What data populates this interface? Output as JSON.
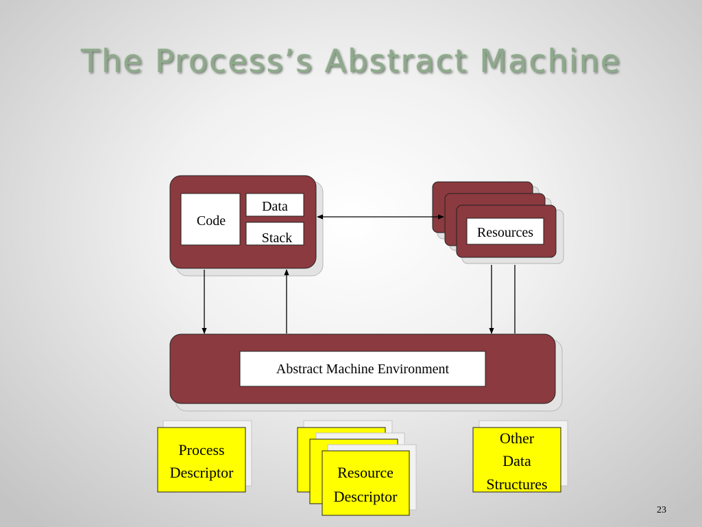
{
  "slide": {
    "title": "The Process’s Abstract Machine",
    "page_number": "23"
  },
  "process": {
    "code": "Code",
    "data": "Data",
    "stack": "Stack"
  },
  "resources": {
    "label": "Resources"
  },
  "environment": {
    "label": "Abstract Machine Environment"
  },
  "descriptors": {
    "process_line1": "Process",
    "process_line2": "Descriptor",
    "resource_line1": "Resource",
    "resource_line2": "Descriptor",
    "other_line1": "Other",
    "other_line2": "Data",
    "other_line3": "Structures"
  },
  "colors": {
    "block": "#8b3a3f",
    "descriptor": "#ffff00",
    "background": "#e6e6e6",
    "title": "#8fa98c"
  }
}
